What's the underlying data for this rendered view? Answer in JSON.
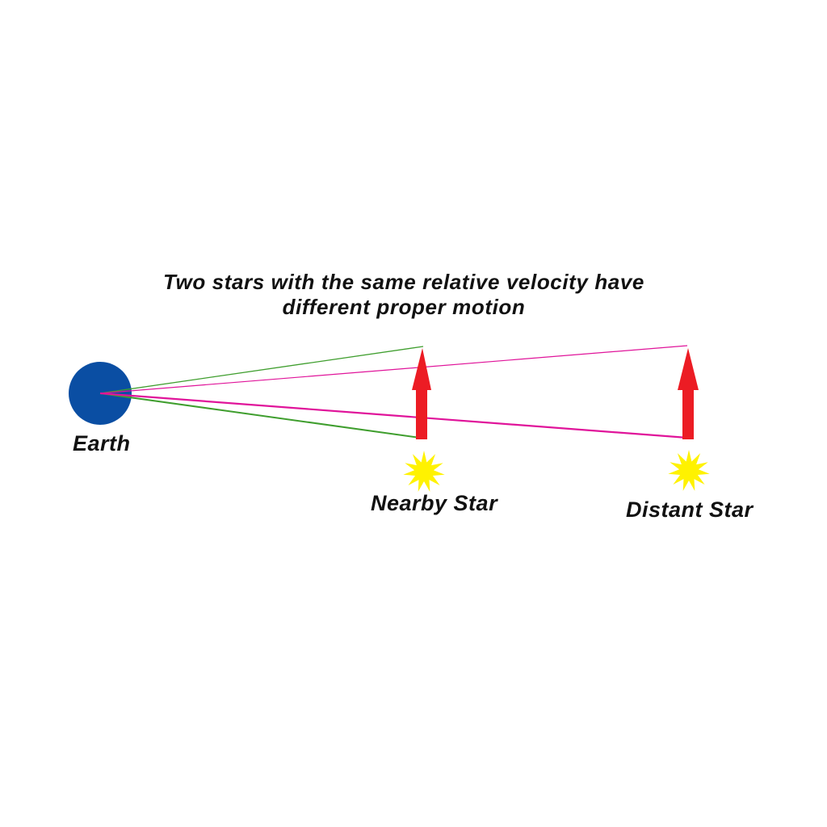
{
  "title": {
    "line1": "Two stars with the same relative velocity have",
    "line2": "different proper motion"
  },
  "labels": {
    "earth": "Earth",
    "nearby_star": "Nearby Star",
    "distant_star": "Distant Star"
  },
  "colors": {
    "earth": "#0a4ea3",
    "nearby_sightlines": "#3f9e2e",
    "distant_sightlines": "#e0149a",
    "velocity_arrow": "#ec1c24",
    "star": "#fff200",
    "text": "#111111"
  }
}
